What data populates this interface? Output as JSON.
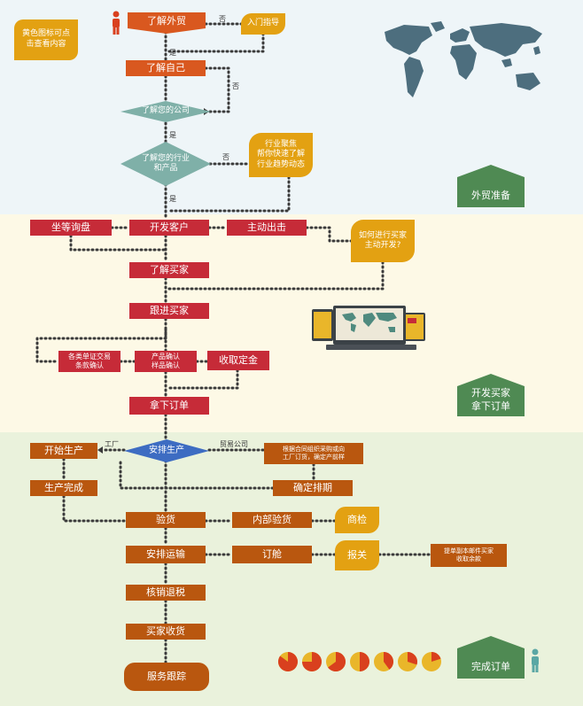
{
  "note": {
    "text": "黄色图标可点击查看内容"
  },
  "stages": [
    {
      "label": "外贸准备",
      "color": "#4f8a53"
    },
    {
      "label": "开发买家\n拿下订单",
      "color": "#4f8a53"
    },
    {
      "label": "完成订单",
      "color": "#4f8a53"
    }
  ],
  "nodes": {
    "learn_trade": "了解外贸",
    "intro_guide": "入门指导",
    "know_self": "了解自己",
    "know_company": "了解您的公司",
    "know_industry": "了解您的行业\n和产品",
    "industry_focus": "行业聚焦\n帮你快速了解\n行业趋势动态",
    "wait_inquiry": "坐等询盘",
    "develop_customer": "开发客户",
    "go_out": "主动出击",
    "how_develop": "如何进行买家\n主动开发?",
    "know_buyer": "了解买家",
    "follow_buyer": "跟进买家",
    "trade_terms": "各类单证交易\n条款确认",
    "product_confirm": "产品确认\n样品确认",
    "receive_deposit": "收取定金",
    "win_order": "拿下订单",
    "arrange_production": "安排生产",
    "start_production": "开始生产",
    "production_done": "生产完成",
    "contract_purchase": "根据合同组织采购或向\n工厂订货，确定产前样",
    "confirm_schedule": "确定排期",
    "inspection": "验货",
    "internal_inspection": "内部验货",
    "commodity_inspection": "商检",
    "arrange_shipping": "安排运输",
    "book_shipping": "订舱",
    "customs": "报关",
    "bill_docs": "提单副本邮件买家\n收取余款",
    "tax_refund": "核销退税",
    "buyer_receipt": "买家收货",
    "service_follow": "服务跟踪"
  },
  "edge_labels": {
    "no1": "否",
    "yes1": "是",
    "no2": "否",
    "yes2": "是",
    "no3": "否",
    "yes3": "是",
    "factory": "工厂",
    "trade_company": "贸易公司"
  },
  "icons": [
    "person-icon-red",
    "world-map-icon",
    "laptop-map-icon",
    "person-icon-teal",
    "pie-progress-icons"
  ],
  "pies": [
    0.85,
    0.75,
    0.65,
    0.5,
    0.4,
    0.3,
    0.2
  ],
  "colors": {
    "red": "#c62b38",
    "orange": "#d9581f",
    "brown": "#b9570f",
    "yellow": "#e3a112",
    "diamond": "#7fb0a8",
    "blue_diamond": "#3d6cc2",
    "stage_green": "#4f8a53",
    "map": "#4d6e7e"
  }
}
